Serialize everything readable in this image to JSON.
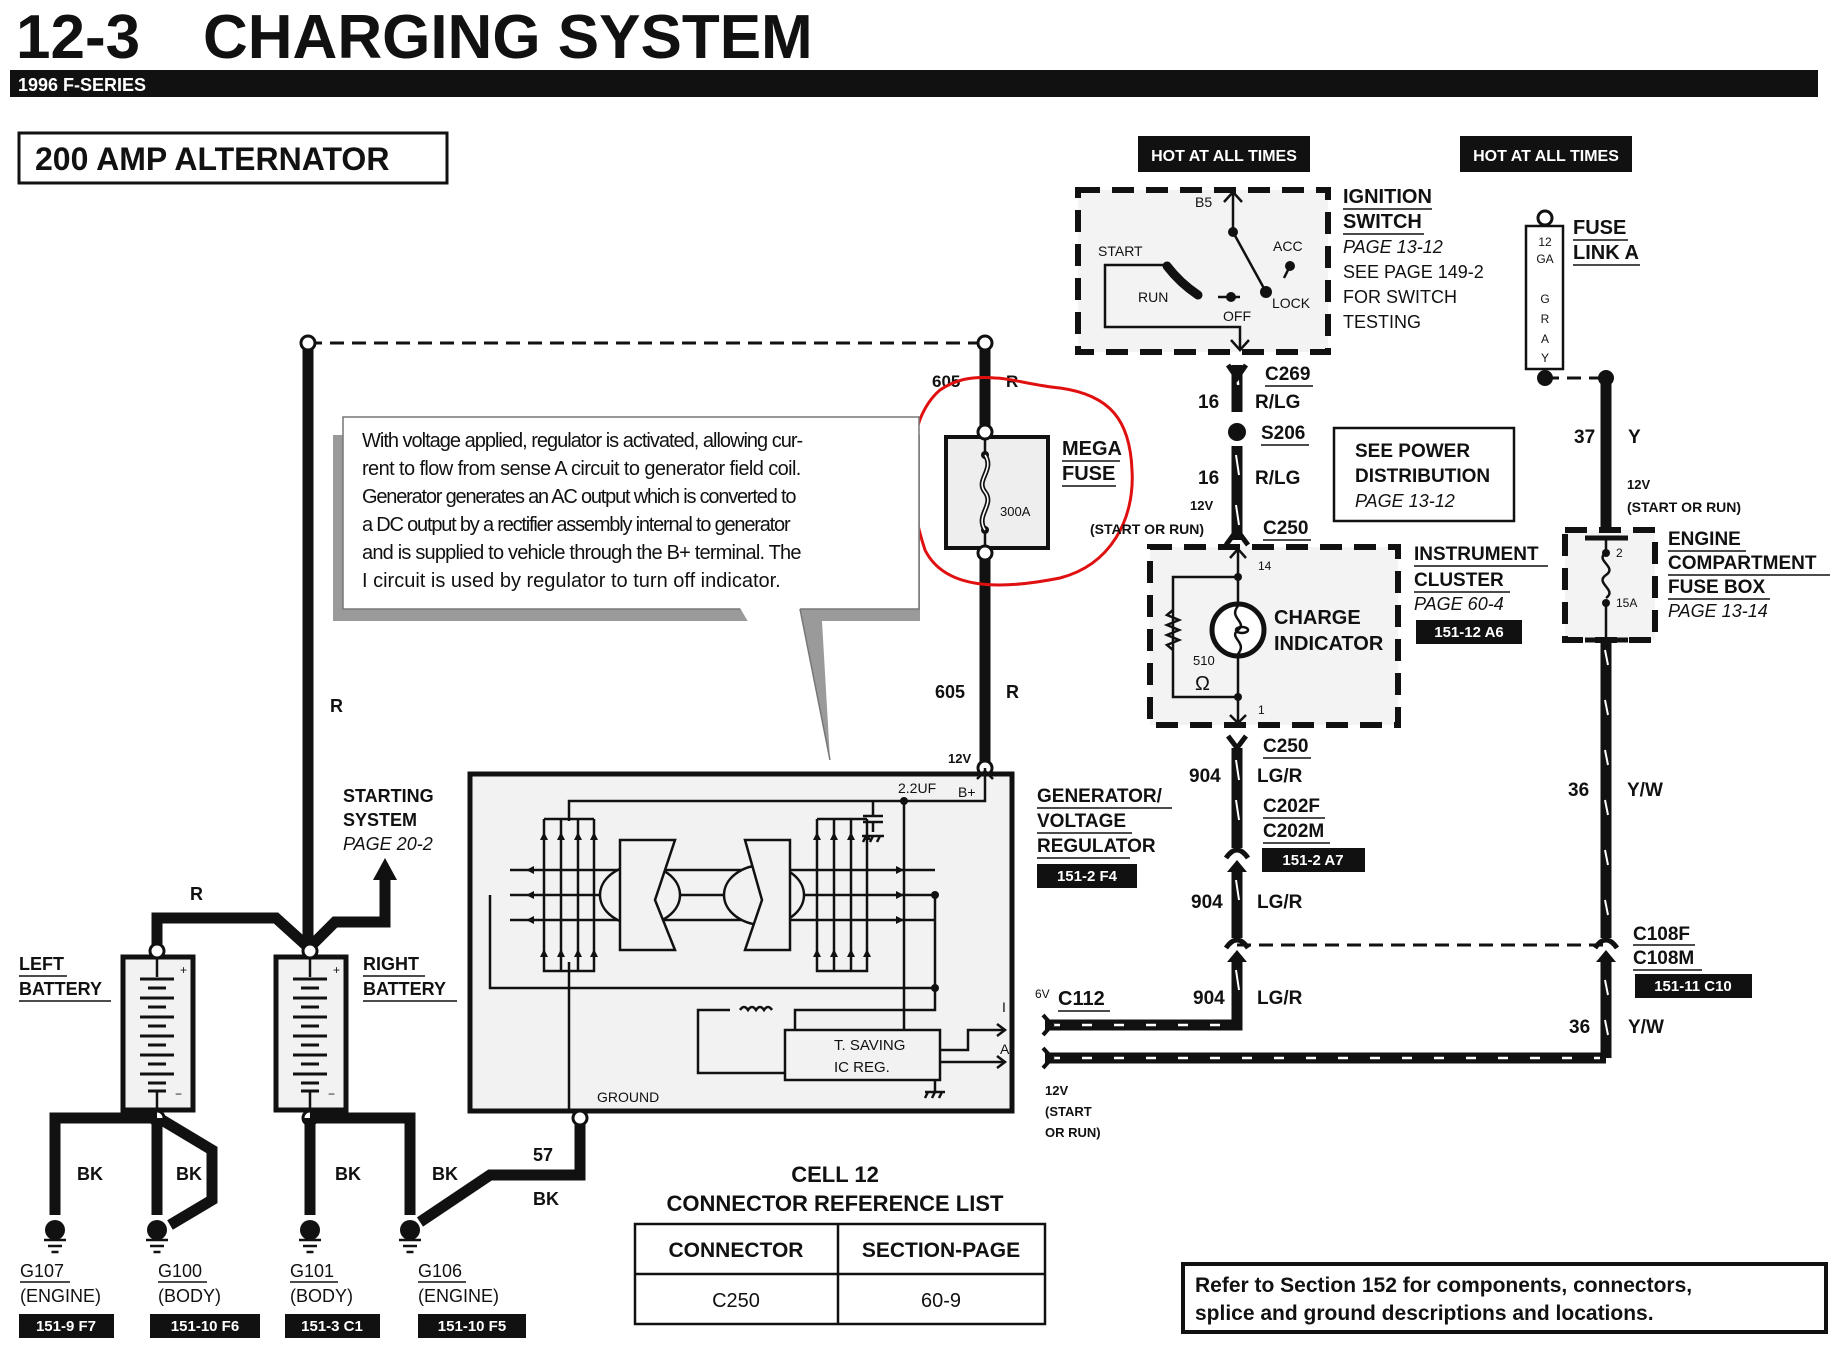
{
  "header": {
    "section": "12-3",
    "title": "CHARGING SYSTEM",
    "subtitle": "1996 F-SERIES"
  },
  "diagram_title": "200 AMP ALTERNATOR",
  "hot_labels": [
    "HOT AT ALL TIMES",
    "HOT AT ALL TIMES"
  ],
  "ignition_switch": {
    "title_lines": [
      "IGNITION",
      "SWITCH"
    ],
    "page_ref": "PAGE 13-12",
    "note_lines": [
      "SEE PAGE 149-2",
      "FOR SWITCH",
      "TESTING"
    ],
    "positions": {
      "b5": "B5",
      "start": "START",
      "run": "RUN",
      "off": "OFF",
      "acc": "ACC",
      "lock": "LOCK"
    }
  },
  "fuse_link": {
    "title_lines": [
      "FUSE",
      "LINK A"
    ],
    "gauge": [
      "12",
      "GA"
    ],
    "color_letters": [
      "G",
      "R",
      "A",
      "Y"
    ]
  },
  "mega_fuse": {
    "title_lines": [
      "MEGA",
      "FUSE"
    ],
    "rating": "300A",
    "circuit_top": {
      "number": "605",
      "color": "R"
    },
    "circuit_bottom": {
      "number": "605",
      "color": "R"
    },
    "voltage": "12V"
  },
  "callout": {
    "lines": [
      "With voltage applied, regulator is activated, allowing cur-",
      "rent to flow from sense A circuit to generator field coil.",
      "Generator generates an AC output which is converted to",
      "a DC output by a rectifier assembly internal to generator",
      "and is supplied to vehicle through the B+ terminal.  The",
      "I circuit is used by regulator to turn off indicator."
    ]
  },
  "center_column": {
    "c269": "C269",
    "wire1": {
      "number": "16",
      "color": "R/LG"
    },
    "s206": "S206",
    "wire2": {
      "number": "16",
      "color": "R/LG"
    },
    "voltage": "12V",
    "voltage_note": "(START OR RUN)",
    "c250_top": "C250",
    "c250_bottom": "C250",
    "wire3": {
      "number": "904",
      "color": "LG/R"
    },
    "c202": [
      "C202F",
      "C202M"
    ],
    "c202_ref": "151-2 A7",
    "wire4": {
      "number": "904",
      "color": "LG/R"
    },
    "wire5": {
      "number": "904",
      "color": "LG/R"
    }
  },
  "power_distribution": {
    "lines": [
      "SEE POWER",
      "DISTRIBUTION"
    ],
    "page_ref": "PAGE 13-12"
  },
  "instrument_cluster": {
    "title_lines": [
      "INSTRUMENT",
      "CLUSTER"
    ],
    "page_ref": "PAGE 60-4",
    "ref": "151-12 A6",
    "indicator_lines": [
      "CHARGE",
      "INDICATOR"
    ],
    "pin_top": "14",
    "pin_bottom": "1",
    "resistor_value": "510",
    "resistor_unit": "Ω"
  },
  "right_column": {
    "wire_top": {
      "number": "37",
      "color": "Y"
    },
    "voltage": "12V",
    "voltage_note": "(START OR RUN)",
    "wire_mid": {
      "number": "36",
      "color": "Y/W"
    },
    "wire_bottom": {
      "number": "36",
      "color": "Y/W"
    },
    "c108": [
      "C108F",
      "C108M"
    ],
    "c108_ref": "151-11 C10"
  },
  "fuse_box": {
    "title_lines": [
      "ENGINE",
      "COMPARTMENT",
      "FUSE BOX"
    ],
    "page_ref": "PAGE 13-14",
    "fuse_number": "2",
    "fuse_rating": "15A"
  },
  "generator": {
    "title_lines": [
      "GENERATOR/",
      "VOLTAGE",
      "REGULATOR"
    ],
    "ref": "151-2 F4",
    "capacitor": "2.2UF",
    "b_plus": "B+",
    "regulator_lines": [
      "T. SAVING",
      "IC REG."
    ],
    "ground": "GROUND",
    "i_terminal": "I",
    "a_terminal": "A",
    "b_voltage": "12V"
  },
  "c112": {
    "label": "C112",
    "voltage": "6V",
    "bottom_voltage_lines": [
      "12V",
      "(START",
      "OR RUN)"
    ]
  },
  "starting_system": {
    "lines": [
      "STARTING",
      "SYSTEM"
    ],
    "page_ref": "PAGE 20-2"
  },
  "batteries": {
    "left": [
      "LEFT",
      "BATTERY"
    ],
    "right": [
      "RIGHT",
      "BATTERY"
    ],
    "link_color": "R",
    "main_wire_color": "R",
    "plus": "+",
    "minus": "−"
  },
  "grounds": [
    {
      "id": "G107",
      "location": "(ENGINE)",
      "ref": "151-9 F7",
      "wire": "BK"
    },
    {
      "id": "G100",
      "location": "(BODY)",
      "ref": "151-10 F6",
      "wire": "BK"
    },
    {
      "id": "G101",
      "location": "(BODY)",
      "ref": "151-3 C1",
      "wire": "BK"
    },
    {
      "id": "G106",
      "location": "(ENGINE)",
      "ref": "151-10 F5",
      "wire": "BK"
    }
  ],
  "generator_ground_wire": {
    "number": "57",
    "color": "BK"
  },
  "connector_reference": {
    "title_lines": [
      "CELL 12",
      "CONNECTOR REFERENCE LIST"
    ],
    "headers": [
      "CONNECTOR",
      "SECTION-PAGE"
    ],
    "rows": [
      [
        "C250",
        "60-9"
      ]
    ]
  },
  "footer_note": {
    "lines": [
      "Refer to Section 152 for components, connectors,",
      "splice and ground descriptions and locations."
    ]
  },
  "annotation": {
    "color": "#e01010",
    "target": "mega-fuse"
  }
}
